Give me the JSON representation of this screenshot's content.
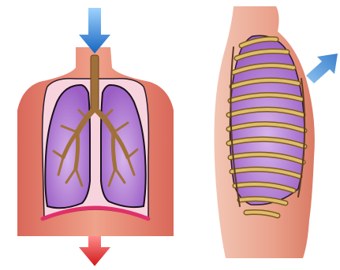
{
  "figure": {
    "panels": [
      {
        "view": "front",
        "parts": [
          "torso",
          "trachea",
          "left-lung",
          "right-lung",
          "bronchial-tree",
          "diaphragm"
        ],
        "arrows": [
          {
            "name": "inflow-arrow",
            "direction": "down",
            "color": "#1e88e5"
          },
          {
            "name": "diaphragm-arrow",
            "direction": "down",
            "color": "#e02020"
          }
        ]
      },
      {
        "view": "side",
        "parts": [
          "torso",
          "lung",
          "rib-cage"
        ],
        "arrows": [
          {
            "name": "chest-expansion-arrow",
            "direction": "up-right",
            "color": "#4a90d9"
          }
        ]
      }
    ],
    "colors": {
      "skin": "#e8866c",
      "skin_light": "#f2b49f",
      "cavity": "#f6d3dd",
      "lung": "#b07ad0",
      "airway": "#a0703a",
      "diaphragm": "#e0306a",
      "rib": "#d9b25a"
    }
  }
}
